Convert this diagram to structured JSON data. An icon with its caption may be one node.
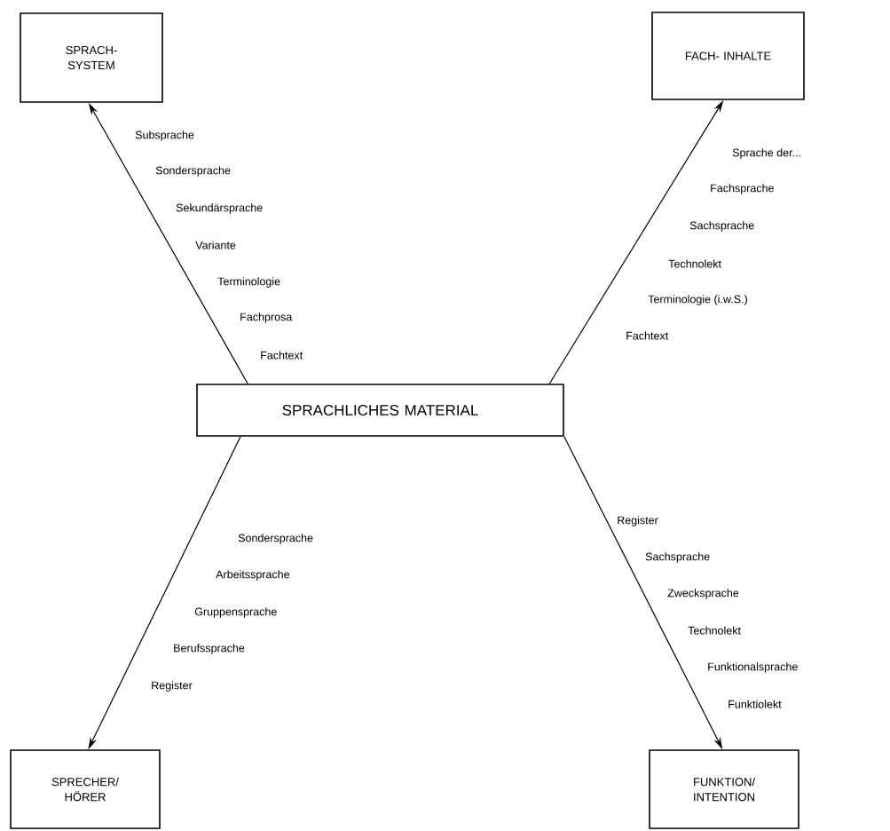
{
  "diagram": {
    "nodes": [
      {
        "text": [
          "SPRACH- SYSTEM"
        ]
      },
      {
        "text": [
          "FACH- INHALTE"
        ]
      },
      {
        "text": [
          "SPRACHLICHES MATERIAL"
        ]
      },
      {
        "text": [
          "SPRECHER/ HÖRER"
        ]
      },
      {
        "text": [
          "FUNKTION/ INTENTION"
        ]
      }
    ],
    "edges": [
      {
        "from": 2,
        "to": 0,
        "arrow": "to"
      },
      {
        "from": 2,
        "to": 1,
        "arrow": "to"
      },
      {
        "from": 2,
        "to": 3,
        "arrow": "to"
      },
      {
        "from": 2,
        "to": 4,
        "arrow": "to"
      }
    ],
    "labels": [
      "Subsprache",
      "Sondersprache",
      "Sekundärsprache",
      "Variante",
      "Terminologie",
      "Fachprosa",
      "Fachtext",
      "Sprache der...",
      "Fachsprache",
      "Sachsprache",
      "Technolekt",
      "Terminologie (i.w.S.)",
      "Fachtext",
      "Sondersprache",
      "Arbeitssprache",
      "Gruppensprache",
      "Berufssprache",
      "Register",
      "Register",
      "Sachsprache",
      "Zwecksprache",
      "Technolekt",
      "Funktionalsprache",
      "Funktiolekt"
    ]
  }
}
